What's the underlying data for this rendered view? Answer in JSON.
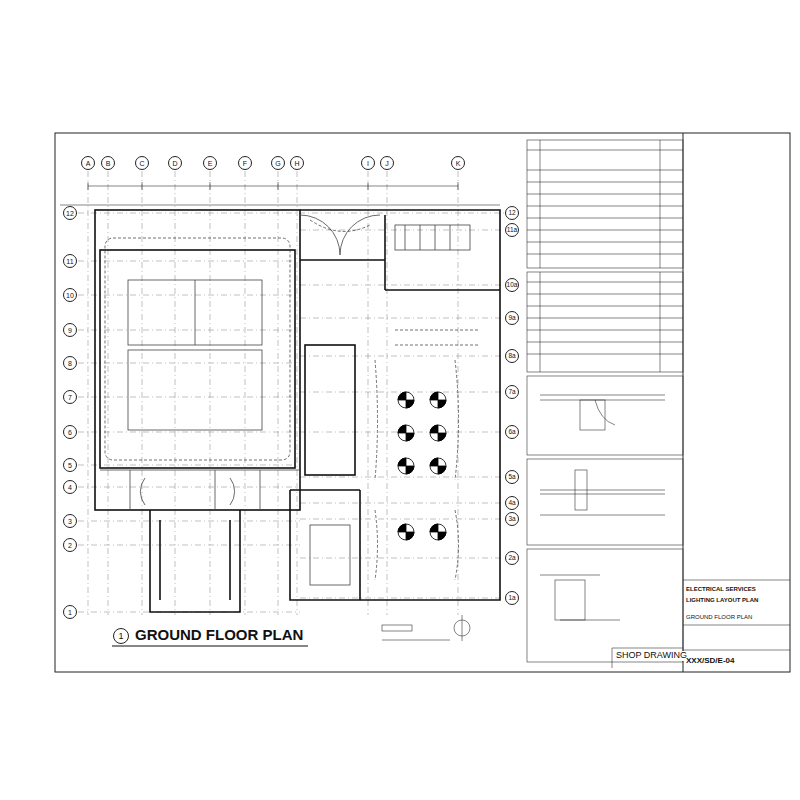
{
  "diagram": {
    "title": "GROUND FLOOR PLAN",
    "nodes": [
      {
        "text": [
          "A"
        ]
      },
      {
        "text": [
          "B"
        ]
      },
      {
        "text": [
          "C"
        ]
      },
      {
        "text": [
          "D"
        ]
      },
      {
        "text": [
          "E"
        ]
      },
      {
        "text": [
          "F"
        ]
      },
      {
        "text": [
          "G"
        ]
      },
      {
        "text": [
          "H"
        ]
      },
      {
        "text": [
          "I"
        ]
      },
      {
        "text": [
          "J"
        ]
      },
      {
        "text": [
          "K"
        ]
      },
      {
        "text": [
          "12"
        ]
      },
      {
        "text": [
          "11"
        ]
      },
      {
        "text": [
          "10"
        ]
      },
      {
        "text": [
          "9"
        ]
      },
      {
        "text": [
          "8"
        ]
      },
      {
        "text": [
          "7"
        ]
      },
      {
        "text": [
          "6"
        ]
      },
      {
        "text": [
          "5"
        ]
      },
      {
        "text": [
          "4"
        ]
      },
      {
        "text": [
          "3"
        ]
      },
      {
        "text": [
          "2"
        ]
      },
      {
        "text": [
          "1"
        ]
      },
      {
        "text": [
          "12"
        ]
      },
      {
        "text": [
          "11a"
        ]
      },
      {
        "text": [
          "10a"
        ]
      },
      {
        "text": [
          "9a"
        ]
      },
      {
        "text": [
          "8a"
        ]
      },
      {
        "text": [
          "7a"
        ]
      },
      {
        "text": [
          "6a"
        ]
      },
      {
        "text": [
          "5a"
        ]
      },
      {
        "text": [
          "4a"
        ]
      },
      {
        "text": [
          "3a"
        ]
      },
      {
        "text": [
          "2a"
        ]
      },
      {
        "text": [
          "1a"
        ]
      },
      {
        "text": [
          "1"
        ]
      }
    ],
    "labels": [
      "SHOP DRAWING",
      "ELECTRICAL SERVICES",
      "LIGHTING LAYOUT PLAN",
      "GROUND FLOOR PLAN",
      "XXX/SD/E-04"
    ]
  }
}
